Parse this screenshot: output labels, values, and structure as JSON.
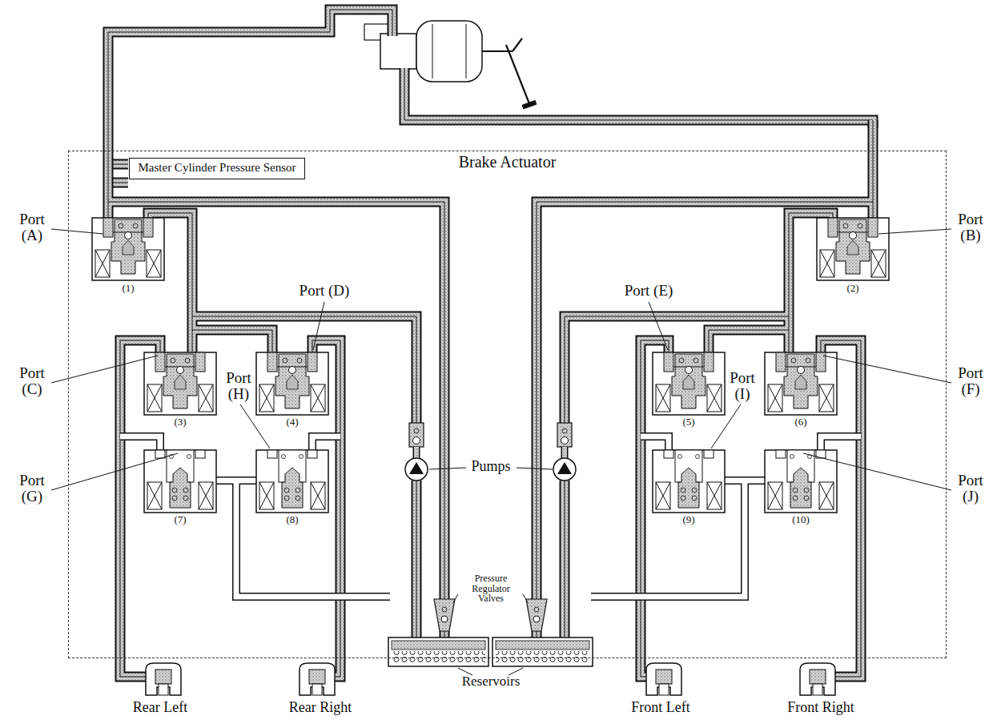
{
  "diagram": {
    "nodes": [
      {
        "text": [
          "Brake Actuator"
        ]
      },
      {
        "text": [
          "Master Cylinder Pressure Sensor"
        ],
        "in": 0
      }
    ],
    "labels": [
      "Port (A)",
      "Port (B)",
      "Port (C)",
      "Port (D)",
      "Port (E)",
      "Port (F)",
      "Port (G)",
      "Port (H)",
      "Port (I)",
      "Port (J)",
      "(1)",
      "(2)",
      "(3)",
      "(4)",
      "(5)",
      "(6)",
      "(7)",
      "(8)",
      "(9)",
      "(10)",
      "Pumps",
      "Pressure Regulator Valves",
      "Reservoirs",
      "Rear Left",
      "Rear Right",
      "Front Left",
      "Front Right"
    ]
  }
}
